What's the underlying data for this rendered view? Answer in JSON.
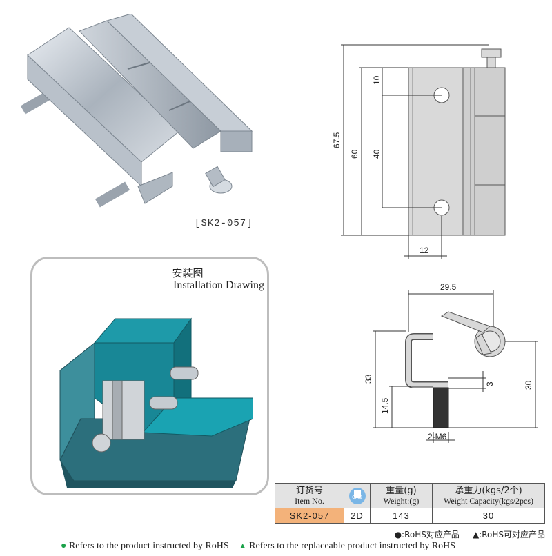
{
  "product": {
    "code": "[SK2-057]"
  },
  "front_view": {
    "dims": {
      "overall": "67.5",
      "body": "60",
      "top_offset": "10",
      "hole_spacing": "40",
      "edge_offset": "12"
    }
  },
  "side_view": {
    "dims": {
      "width": "29.5",
      "height": "33",
      "thickness": "3",
      "stud_length": "14.5",
      "leaf_height": "30",
      "thread": "2-M6"
    }
  },
  "installation": {
    "title_cn": "安装图",
    "title_en": "Installation Drawing"
  },
  "spec_table": {
    "headers": {
      "item_cn": "订货号",
      "item_en": "Item No.",
      "cad_label": "CAD",
      "weight_cn": "重量(g)",
      "weight_en": "Weight:(g)",
      "capacity_cn": "承重力(kgs/2个)",
      "capacity_en": "Weight Capacity(kgs/2pcs)"
    },
    "row": {
      "item": "SK2-057",
      "cad": "2D",
      "weight": "143",
      "capacity": "30"
    }
  },
  "legend": {
    "rohs_cn": "●:RoHS对应产品",
    "rohs_replace_cn": "▲:RoHS可对应产品",
    "rohs_en": "Refers to the product instructed by RoHS",
    "rohs_replace_en": "Refers to the replaceable product instructed by RoHS"
  },
  "colors": {
    "item_bg": "#f3b27a",
    "header_bg": "#e3e3e3",
    "install_teal": "#1a8a9a",
    "rohs_green": "#1ca24a"
  }
}
